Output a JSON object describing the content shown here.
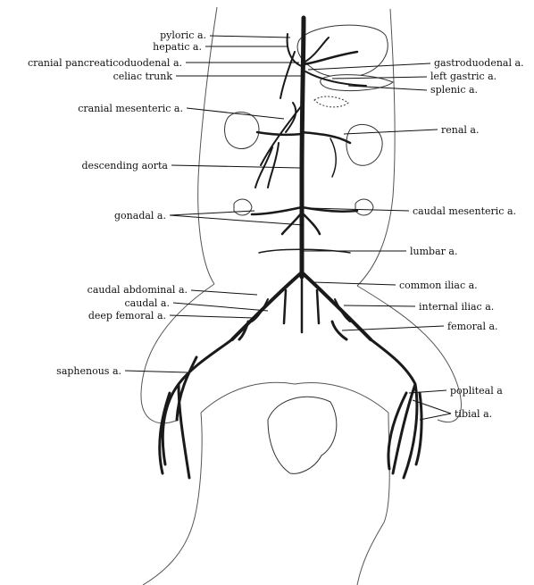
{
  "labels": {
    "pyloric": "pyloric a.",
    "hepatic": "hepatic a.",
    "cranial_pancreaticoduodenal": "cranial pancreaticoduodenal a.",
    "celiac_trunk": "celiac trunk",
    "cranial_mesenteric": "cranial mesenteric a.",
    "descending_aorta": "descending aorta",
    "gonadal": "gonadal a.",
    "caudal_abdominal": "caudal abdominal a.",
    "caudal": "caudal a.",
    "deep_femoral": "deep femoral a.",
    "saphenous": "saphenous a.",
    "gastroduodenal": "gastroduodenal a.",
    "left_gastric": "left gastric a.",
    "splenic": "splenic a.",
    "renal": "renal a.",
    "caudal_mesenteric": "caudal mesenteric a.",
    "lumbar": "lumbar a.",
    "common_iliac": "common iliac a.",
    "internal_iliac": "internal iliac a.",
    "femoral": "femoral a.",
    "popliteal": "popliteal a",
    "tibial": "tibial a."
  }
}
